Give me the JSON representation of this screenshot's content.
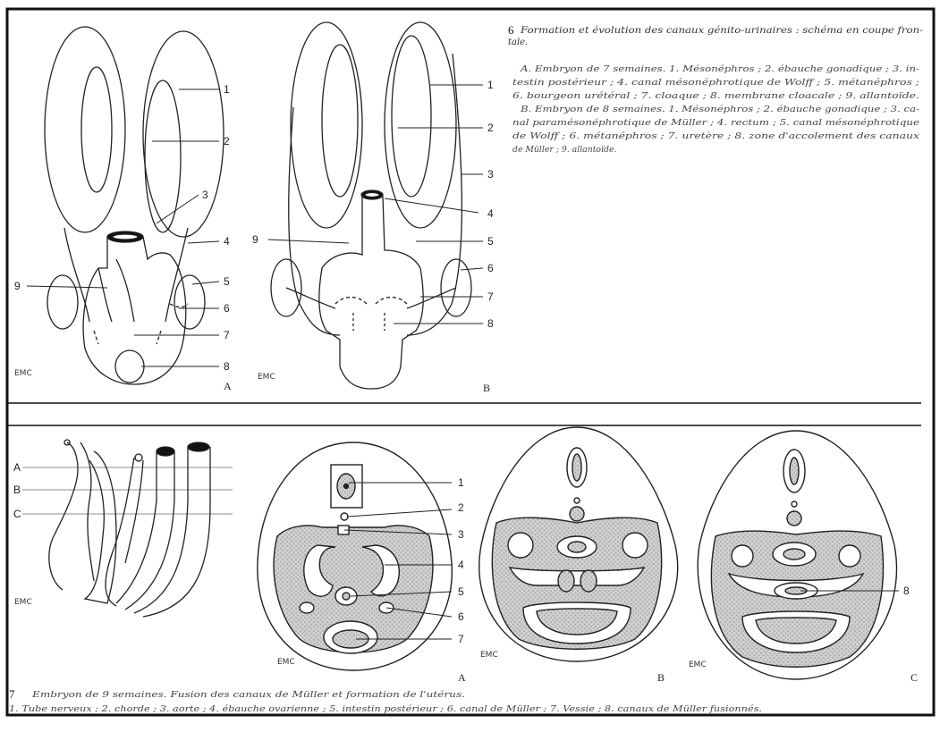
{
  "figure6": {
    "number": "6",
    "title_line1": "Formation et évolution des canaux génito-urinaires : schéma en coupe fron-",
    "title_line2": "tale.",
    "legend_lines": [
      "A. Embryon de 7 semaines. 1. Mésonéphros ; 2. ébauche gonadique ; 3. in-",
      "testin postérieur ; 4. canal mésonéphrotique de Wolff ; 5. métanéphros ;",
      "6. bourgeon urétéral ; 7. cloaque ; 8. membrane cloacale ; 9. allantoïde.",
      "B. Embryon de 8 semaines. 1. Mésonéphros ; 2. ébauche gonadique ; 3. ca-",
      "nal paramésonéphrotique de Müller ; 4. rectum ; 5. canal mésonéphrotique",
      "de Wolff ; 6. métanéphros ; 7. uretère ; 8. zone d'accolement des canaux",
      "de Müller ; 9. allantoïde."
    ],
    "panelA_labels": [
      "1",
      "2",
      "3",
      "4",
      "5",
      "6",
      "7",
      "8",
      "9"
    ],
    "panelB_labels": [
      "1",
      "2",
      "3",
      "4",
      "5",
      "6",
      "7",
      "8",
      "9"
    ],
    "panel_letters": [
      "A",
      "B"
    ],
    "emc": "EMC"
  },
  "figure7": {
    "number": "7",
    "title": "Embryon de 9 semaines. Fusion des canaux de Müller et formation de l'utérus.",
    "legend": "1. Tube nerveux ; 2. chorde ; 3. aorte ; 4. ébauche ovarienne ; 5. intestin postérieur ; 6. canal de Müller ; 7. Vessie ; 8. canaux de Müller fusionnés.",
    "level_letters": [
      "A",
      "B",
      "C"
    ],
    "sectionA_labels": [
      "1",
      "2",
      "3",
      "4",
      "5",
      "6",
      "7"
    ],
    "sectionC_labels": [
      "8"
    ],
    "panel_letters": [
      "A",
      "B",
      "C"
    ],
    "emc": "EMC"
  }
}
